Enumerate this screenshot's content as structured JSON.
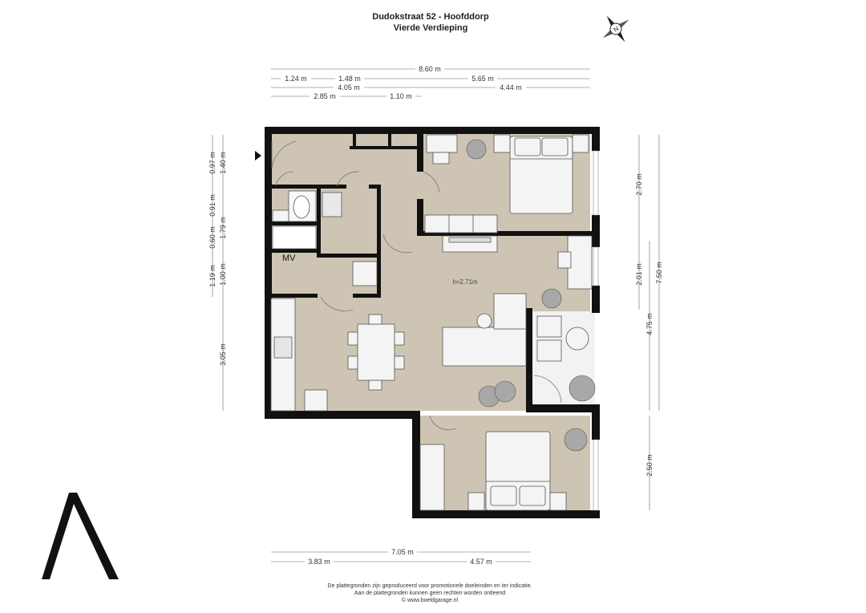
{
  "header": {
    "title_line1": "Dudokstraat 52 - Hoofddorp",
    "title_line2": "Vierde Verdieping"
  },
  "dimensions_top": {
    "total": "8.60 m",
    "row2": [
      "1.24 m",
      "1.48 m",
      "5.65 m"
    ],
    "row3": [
      "4.05 m",
      "4.44 m"
    ],
    "row4": [
      "2.85 m",
      "1.10 m"
    ]
  },
  "dimensions_left": [
    "1.40 m",
    "0.97 m",
    "0.91 m",
    "0.60 m",
    "1.79 m",
    "1.19 m",
    "1.00 m",
    "3.05 m"
  ],
  "dimensions_right": [
    "2.70 m",
    "2.01 m",
    "7.50 m",
    "4.75 m",
    "2.50 m"
  ],
  "dimensions_bottom": {
    "total": "7.05 m",
    "parts": [
      "3.83 m",
      "4.57 m"
    ]
  },
  "labels": {
    "mv": "MV",
    "height": "h=2.71m"
  },
  "footer": {
    "line1": "De plattegronden zijn geproduceerd voor promotionele doeleinden en ter indicatie.",
    "line2": "Aan de plattegronden kunnen geen rechten worden ontleend",
    "line3": "© www.boeldgarage.nl"
  },
  "colors": {
    "floor": "#cdc4b3",
    "wall": "#111111",
    "furniture": "#f4f4f4",
    "plant": "#9a9a9a"
  }
}
